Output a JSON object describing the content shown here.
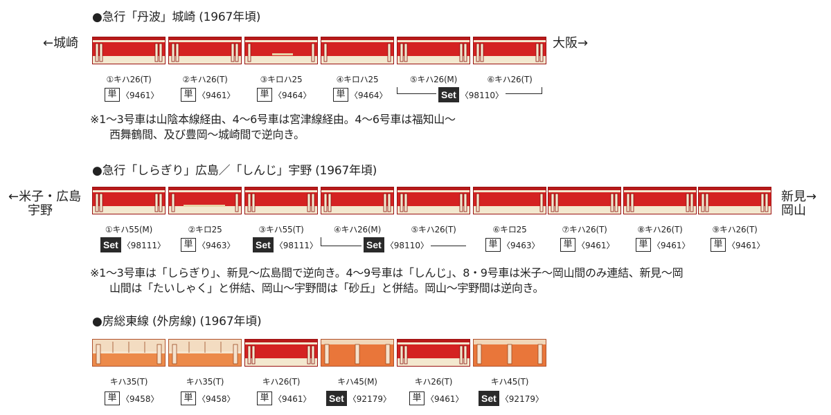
{
  "tan": "単",
  "set": "Set",
  "section1": {
    "heading": "●急行「丹波」城崎 (1967年頃)",
    "left_end": "←城崎",
    "right_end": "大阪→",
    "cars": [
      {
        "name": "①キハ26(T)",
        "code": "〈9461〉"
      },
      {
        "name": "②キハ26(T)",
        "code": "〈9461〉"
      },
      {
        "name": "③キロハ25",
        "code": "〈9464〉"
      },
      {
        "name": "④キロハ25",
        "code": "〈9464〉"
      },
      {
        "name": "⑤キハ26(M)"
      },
      {
        "name": "⑥キハ26(T)"
      }
    ],
    "set_code": "〈98110〉",
    "note": [
      "※1〜3号車は山陰本線経由、4〜6号車は宮津線経由。4〜6号車は福知山〜",
      "西舞鶴間、及び豊岡〜城崎間で逆向き。"
    ]
  },
  "section2": {
    "heading": "●急行「しらぎり」広島／「しんじ」宇野 (1967年頃)",
    "left_end": [
      "←米子・広島",
      "宇野"
    ],
    "right_end": [
      "新見→",
      "岡山"
    ],
    "cars": [
      {
        "name": "①キハ55(M)",
        "code": "〈98111〉"
      },
      {
        "name": "②キロ25",
        "code": "〈9463〉"
      },
      {
        "name": "③キハ55(T)",
        "code": "〈98111〉"
      },
      {
        "name": "④キハ26(M)"
      },
      {
        "name": "⑤キハ26(T)"
      },
      {
        "name": "⑥キロ25",
        "code": "〈9463〉"
      },
      {
        "name": "⑦キハ26(T)",
        "code": "〈9461〉"
      },
      {
        "name": "⑧キハ26(T)",
        "code": "〈9461〉"
      },
      {
        "name": "⑨キハ26(T)",
        "code": "〈9461〉"
      }
    ],
    "set_code": "〈98110〉",
    "note": [
      "※1〜3号車は「しらぎり」、新見〜広島間で逆向き。4〜9号車は「しんじ」、8・9号車は米子〜岡山間のみ連結、新見〜岡",
      "山間は「たいしゃく」と併結、岡山〜宇野間は「砂丘」と併結。岡山〜宇野間は逆向き。"
    ]
  },
  "section3": {
    "heading": "●房総東線 (外房線) (1967年頃)",
    "cars": [
      {
        "name": "キハ35(T)",
        "code": "〈9458〉"
      },
      {
        "name": "キハ35(T)",
        "code": "〈9458〉"
      },
      {
        "name": "キハ26(T)",
        "code": "〈9461〉"
      },
      {
        "name": "キハ45(M)",
        "code": "〈92179〉"
      },
      {
        "name": "キハ26(T)",
        "code": "〈9461〉"
      },
      {
        "name": "キハ45(T)",
        "code": "〈92179〉"
      }
    ]
  }
}
